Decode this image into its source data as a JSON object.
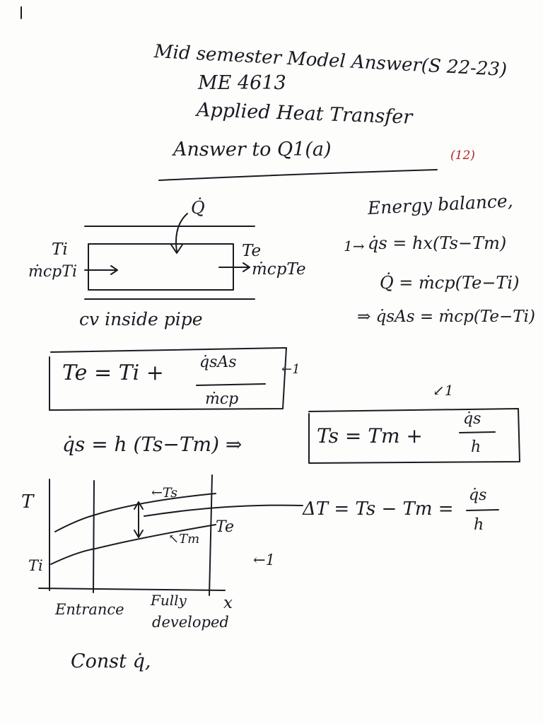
{
  "header": {
    "line1": "Mid semester Model Answer(S 22-23)",
    "course_code": "ME 4613",
    "course_title": "Applied Heat Transfer",
    "answer_title": "Answer to Q1(a)",
    "marks": "(12)"
  },
  "control_volume": {
    "q_dot": "Q̇",
    "ti": "Ti",
    "inlet_flow": "ṁcpTi",
    "te": "Te",
    "outlet_flow": "ṁcpTe",
    "caption": "cv inside pipe"
  },
  "energy_balance": {
    "heading": "Energy balance,",
    "eq1_mark": "1→",
    "eq1": "q̇s = hx(Ts−Tm)",
    "eq2": "Q̇ = ṁcp(Te−Ti)",
    "eq3": "⇒ q̇sAs = ṁcp(Te−Ti)"
  },
  "boxed_equations": {
    "te_lhs": "Te = Ti +",
    "te_num": "q̇sAs",
    "te_den": "ṁcp",
    "te_mark": "←1",
    "qs_eq": "q̇s = h (Ts−Tm) ⇒",
    "ts_lhs": "Ts = Tm +",
    "ts_num": "q̇s",
    "ts_den": "h",
    "ts_mark": "↙1"
  },
  "sketch": {
    "t_axis": "T",
    "ts_label": "←Ts",
    "te_label": "Te",
    "tm_label": "↖Tm",
    "ti_label": "Ti",
    "delta_t": "ΔT = Ts − Tm =",
    "delta_num": "q̇s",
    "delta_den": "h",
    "mark": "←1",
    "x_label": "x",
    "entrance": "Entrance",
    "fully_developed_1": "Fully",
    "fully_developed_2": "developed",
    "const_q": "Const q̇,"
  }
}
